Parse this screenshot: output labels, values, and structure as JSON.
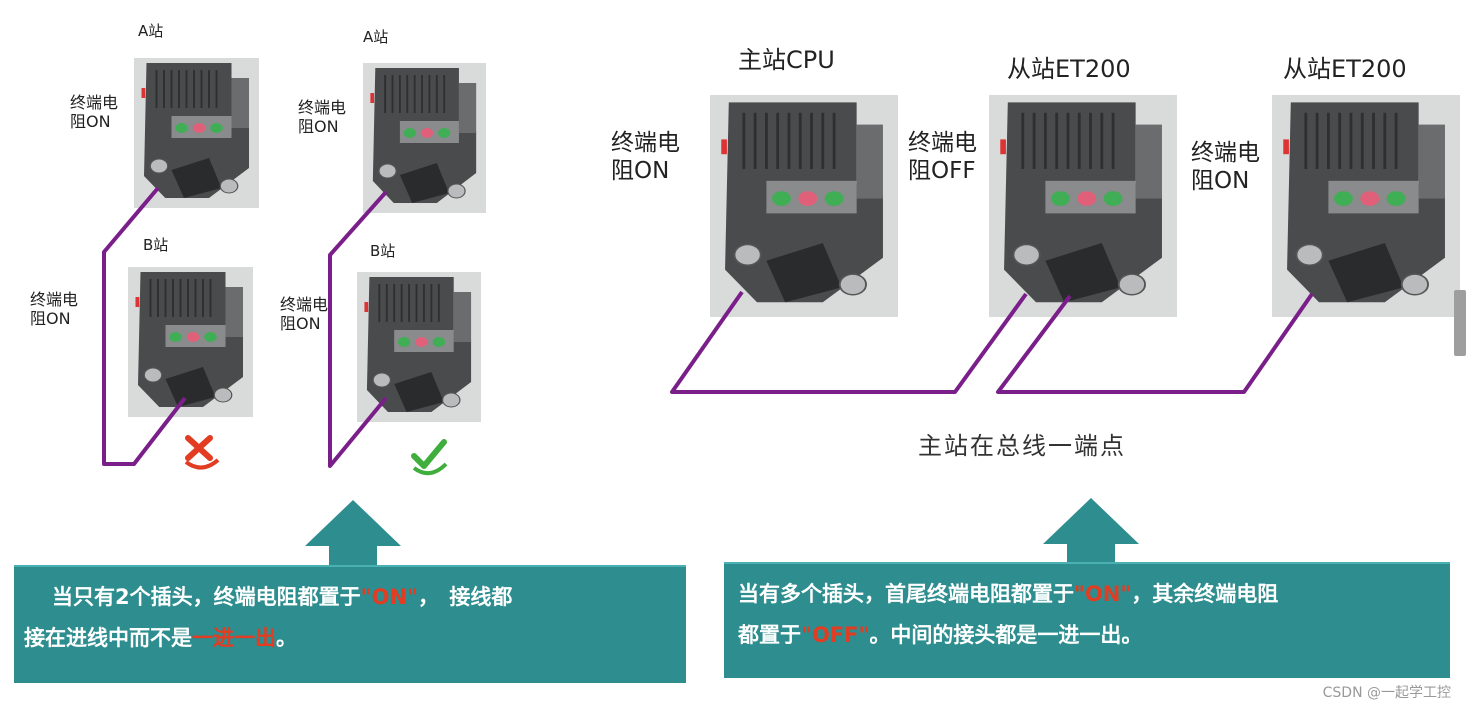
{
  "left": {
    "pair1": {
      "station_a": "A站",
      "station_b": "B站",
      "term_a": [
        "终端电",
        "阻ON"
      ],
      "term_b": [
        "终端电",
        "阻ON"
      ],
      "result_icon": "red-cross-icon"
    },
    "pair2": {
      "station_a": "A站",
      "station_b": "B站",
      "term_a": [
        "终端电",
        "阻ON"
      ],
      "term_b": [
        "终端电",
        "阻ON"
      ],
      "result_icon": "green-check-icon"
    },
    "callout": {
      "line1_pre": "当只有2个插头，终端电阻都置于",
      "line1_red": "\"ON\"",
      "line1_post": "，　接线都",
      "line2_pre": "接在进线中而不是",
      "line2_red": "一进一出",
      "line2_post": "。"
    }
  },
  "right": {
    "stations": [
      {
        "name": "主站CPU",
        "term": [
          "终端电",
          "阻ON"
        ]
      },
      {
        "name": "从站ET200",
        "term": [
          "终端电",
          "阻OFF"
        ]
      },
      {
        "name": "从站ET200",
        "term": [
          "终端电",
          "阻ON"
        ]
      }
    ],
    "caption": "主站在总线一端点",
    "callout": {
      "line1_pre": "当有多个插头，首尾终端电阻都置于",
      "line1_red": "\"ON\"",
      "line1_post": "，其余终端电阻",
      "line2_pre": "都置于",
      "line2_red": "\"OFF\"",
      "line2_post": "。中间的接头都是一进一出。"
    }
  },
  "colors": {
    "wire": "#7a1f8a",
    "teal": "#2e8d8f",
    "red_text": "#e23c22"
  },
  "watermark": "CSDN @一起学工控"
}
